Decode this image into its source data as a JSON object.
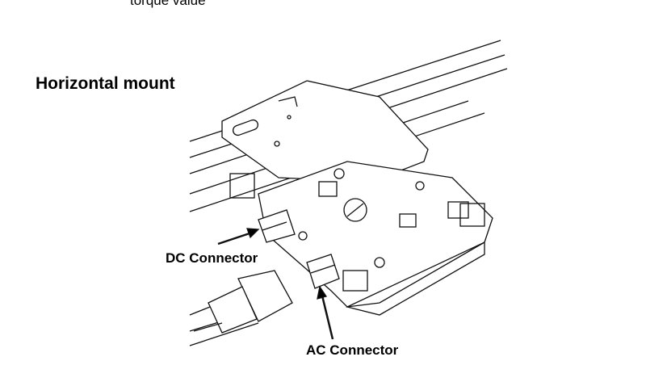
{
  "document": {
    "cut_off_text": "torque value",
    "section_heading": "Horizontal mount",
    "figure": {
      "callouts": [
        {
          "label": "DC Connector"
        },
        {
          "label": "AC Connector"
        }
      ]
    }
  }
}
